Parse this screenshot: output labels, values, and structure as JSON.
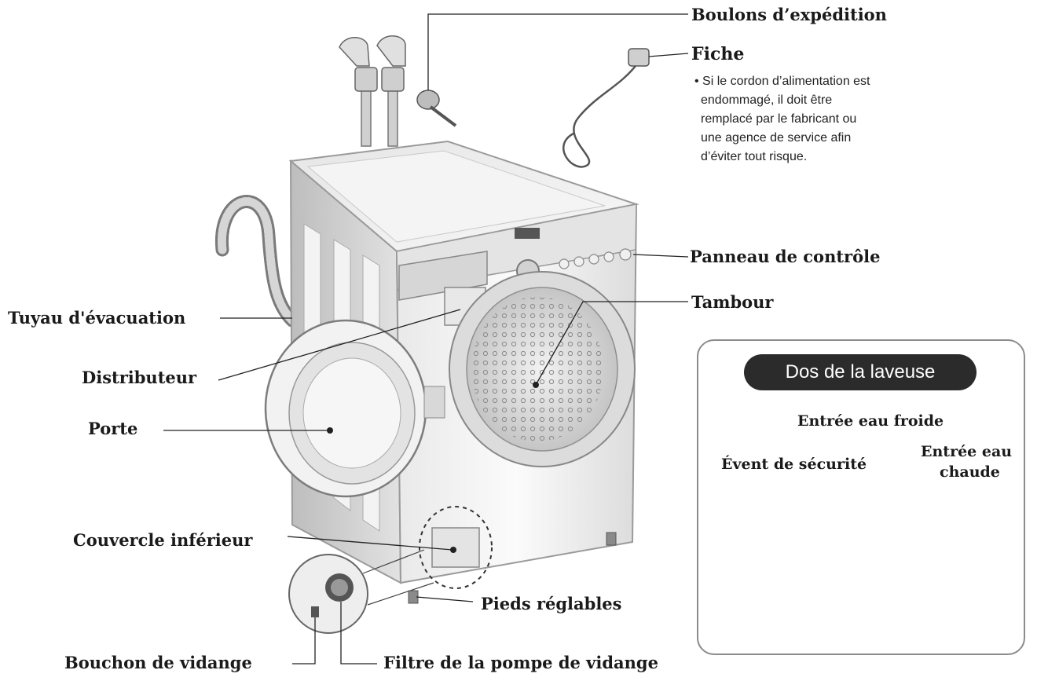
{
  "labels": {
    "shipping_bolts": "Boulons d’expédition",
    "plug": "Fiche",
    "plug_note": [
      "• Si le cordon d’alimentation est",
      "endommagé, il doit être",
      "remplacé par le fabricant ou",
      "une agence de service afin",
      "d’éviter tout risque."
    ],
    "control_panel": "Panneau de contrôle",
    "drum": "Tambour",
    "drain_hose": "Tuyau d'évacuation",
    "dispenser": "Distributeur",
    "door": "Porte",
    "lower_cover": "Couvercle inférieur",
    "adjustable_feet": "Pieds réglables",
    "drain_plug": "Bouchon de vidange",
    "drain_pump_filter": "Filtre de la pompe de vidange"
  },
  "inset": {
    "title": "Dos de la laveuse",
    "cold_inlet": "Entrée eau froide",
    "hot_inlet_line1": "Entrée eau",
    "hot_inlet_line2": "chaude",
    "safety_vent": "Évent de sécurité"
  },
  "colors": {
    "cold": "#3aa7a0",
    "hot": "#c2185b",
    "title_bg": "#2b2b2b"
  }
}
